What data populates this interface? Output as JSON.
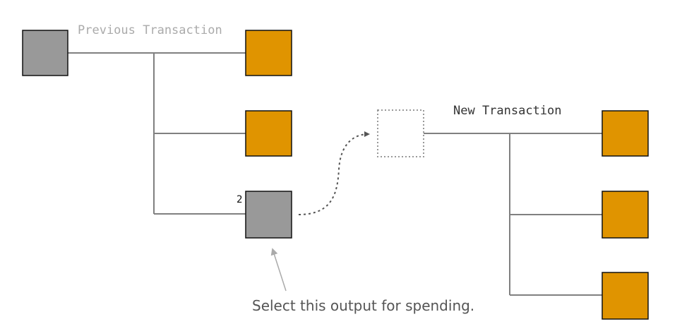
{
  "previous_transaction": {
    "title": "Previous Transaction",
    "output_index_label": "2"
  },
  "new_transaction": {
    "title": "New Transaction"
  },
  "annotation": {
    "text": "Select this output for spending."
  },
  "colors": {
    "input_box": "#999999",
    "output_box": "#e09400",
    "line": "#808080",
    "previous_title": "#aaaaaa",
    "new_title": "#333333",
    "annotation_text": "#555555"
  }
}
